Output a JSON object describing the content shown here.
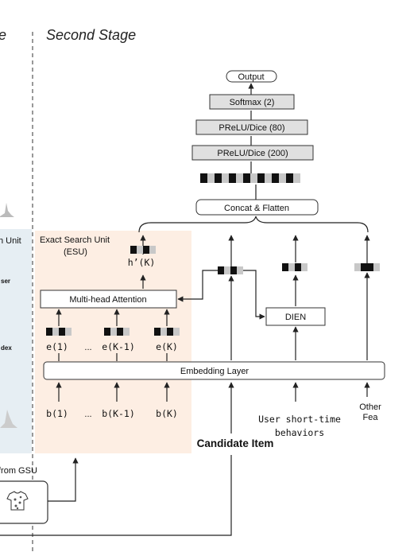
{
  "stages": {
    "first_suffix": "e",
    "second": "Second Stage"
  },
  "left_panel": {
    "unit_partial": "h Unit",
    "row1_partial": "ser",
    "row2_partial": "dex",
    "from_gsu": "from GSU"
  },
  "esu": {
    "title": "Exact Search Unit",
    "abbr": "(ESU)"
  },
  "layers": {
    "output": "Output",
    "softmax": "Softmax (2)",
    "prelu80": "PReLU/Dice (80)",
    "prelu200": "PReLU/Dice (200)",
    "concat": "Concat & Flatten",
    "attention": "Multi-head Attention",
    "dien": "DIEN",
    "embedding": "Embedding Layer"
  },
  "symbols": {
    "hk": "h’(K)",
    "e1": "e(1)",
    "ekm1": "e(K-1)",
    "ek": "e(K)",
    "b1": "b(1)",
    "bkm1": "b(K-1)",
    "bk": "b(K)",
    "dots": "..."
  },
  "inputs": {
    "user_line1": "User short-time",
    "user_line2": "behaviors",
    "other_line1": "Other",
    "other_line2": "Fea",
    "candidate": "Candidate Item"
  }
}
